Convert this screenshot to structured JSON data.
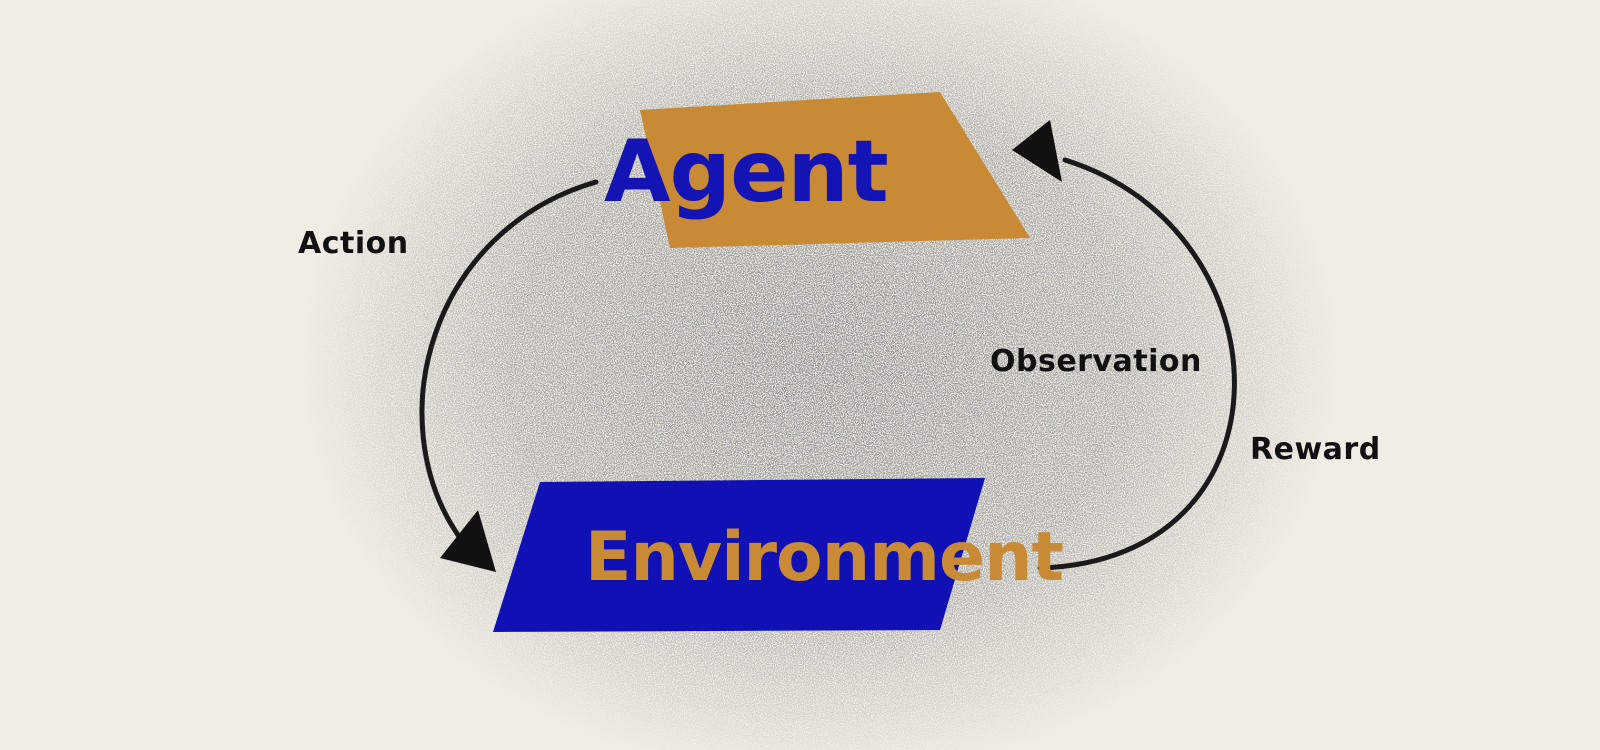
{
  "nodes": {
    "agent": {
      "label": "Agent",
      "fill": "#c98a36",
      "text_color": "#1414b4"
    },
    "environment": {
      "label": "Environment",
      "fill": "#1010b4",
      "text_color": "#c98a36"
    }
  },
  "edges": {
    "action": {
      "label": "Action",
      "from": "Agent",
      "to": "Environment"
    },
    "observation": {
      "label": "Observation",
      "from": "Environment",
      "to": "Agent"
    },
    "reward": {
      "label": "Reward",
      "from": "Environment",
      "to": "Agent"
    }
  },
  "colors": {
    "background": "#efede4",
    "arrow": "#1a1a1a",
    "noise": "#555555"
  }
}
